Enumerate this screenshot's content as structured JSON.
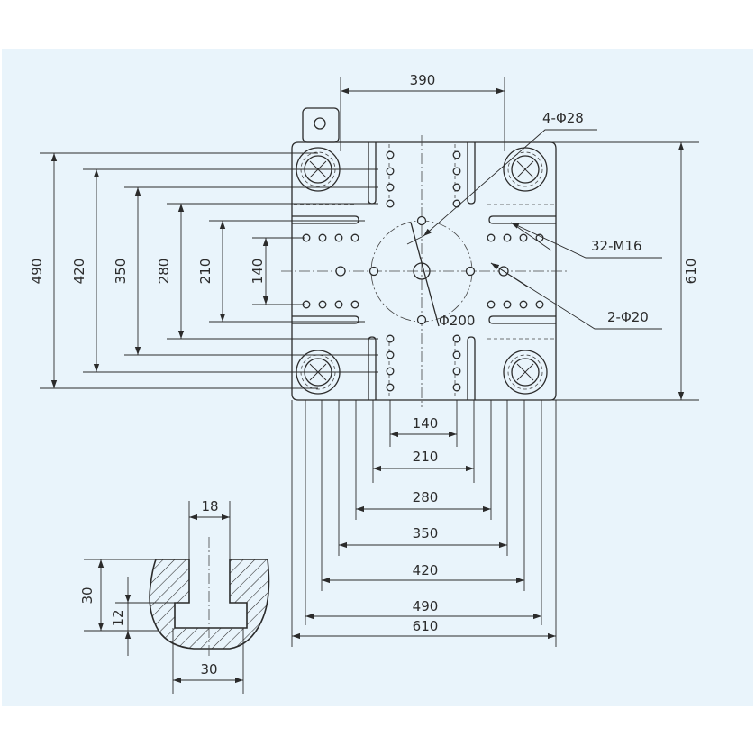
{
  "labels": {
    "top_width": "390",
    "tiebar_holes": "4-Φ28",
    "thread_holes": "32-M16",
    "locating_holes": "2-Φ20",
    "locating_ring": "Φ200",
    "overall_height": "610",
    "overall_width": "610"
  },
  "left_dims": [
    "490",
    "420",
    "350",
    "280",
    "210",
    "140"
  ],
  "bottom_dims": [
    "140",
    "210",
    "280",
    "350",
    "420",
    "490"
  ],
  "slot_detail": {
    "top": "18",
    "height": "30",
    "depth": "12",
    "width": "30"
  }
}
